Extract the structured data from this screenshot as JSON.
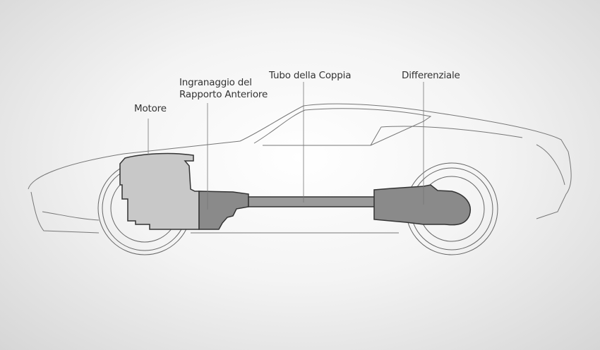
{
  "labels": {
    "engine": "Motore",
    "front_gear_line1": "Ingranaggio del",
    "front_gear_line2": "Rapporto Anteriore",
    "torque_tube": "Tubo della Coppia",
    "differential": "Differenziale"
  },
  "colors": {
    "engine_fill": "#c8c8c8",
    "gearbox_fill": "#8a8a8a",
    "tube_fill": "#9a9a9a",
    "outline": "#555555"
  }
}
